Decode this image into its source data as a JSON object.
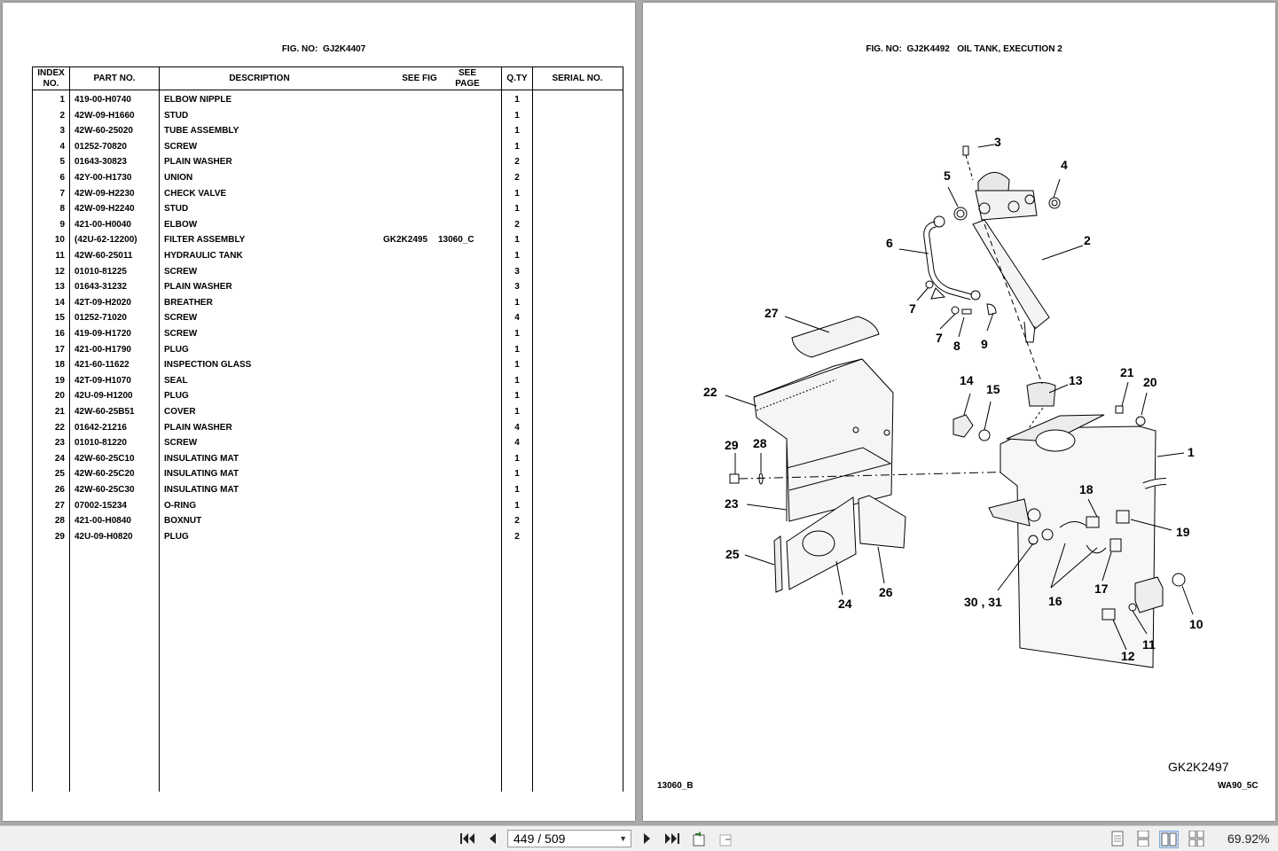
{
  "left_page": {
    "fig_label": "FIG. NO:",
    "fig_no": "GJ2K4407",
    "headers": {
      "index_no": "INDEX NO.",
      "part_no": "PART NO.",
      "description": "DESCRIPTION",
      "see_fig": "SEE FIG",
      "see_page": "SEE PAGE",
      "qty": "Q.TY",
      "serial_no": "SERIAL NO."
    },
    "rows": [
      {
        "idx": "1",
        "part": "419-00-H0740",
        "desc": "ELBOW NIPPLE",
        "fig": "",
        "page": "",
        "qty": "1"
      },
      {
        "idx": "2",
        "part": "42W-09-H1660",
        "desc": "STUD",
        "fig": "",
        "page": "",
        "qty": "1"
      },
      {
        "idx": "3",
        "part": "42W-60-25020",
        "desc": "TUBE ASSEMBLY",
        "fig": "",
        "page": "",
        "qty": "1"
      },
      {
        "idx": "4",
        "part": "01252-70820",
        "desc": "SCREW",
        "fig": "",
        "page": "",
        "qty": "1"
      },
      {
        "idx": "5",
        "part": "01643-30823",
        "desc": "PLAIN WASHER",
        "fig": "",
        "page": "",
        "qty": "2"
      },
      {
        "idx": "6",
        "part": "42Y-00-H1730",
        "desc": "UNION",
        "fig": "",
        "page": "",
        "qty": "2"
      },
      {
        "idx": "7",
        "part": "42W-09-H2230",
        "desc": "CHECK VALVE",
        "fig": "",
        "page": "",
        "qty": "1"
      },
      {
        "idx": "8",
        "part": "42W-09-H2240",
        "desc": "STUD",
        "fig": "",
        "page": "",
        "qty": "1"
      },
      {
        "idx": "9",
        "part": "421-00-H0040",
        "desc": "ELBOW",
        "fig": "",
        "page": "",
        "qty": "2"
      },
      {
        "idx": "10",
        "part": "(42U-62-12200)",
        "desc": "FILTER ASSEMBLY",
        "fig": "GK2K2495",
        "page": "13060_C",
        "qty": "1"
      },
      {
        "idx": "11",
        "part": "42W-60-25011",
        "desc": "HYDRAULIC TANK",
        "fig": "",
        "page": "",
        "qty": "1"
      },
      {
        "idx": "12",
        "part": "01010-81225",
        "desc": "SCREW",
        "fig": "",
        "page": "",
        "qty": "3"
      },
      {
        "idx": "13",
        "part": "01643-31232",
        "desc": "PLAIN WASHER",
        "fig": "",
        "page": "",
        "qty": "3"
      },
      {
        "idx": "14",
        "part": "42T-09-H2020",
        "desc": "BREATHER",
        "fig": "",
        "page": "",
        "qty": "1"
      },
      {
        "idx": "15",
        "part": "01252-71020",
        "desc": "SCREW",
        "fig": "",
        "page": "",
        "qty": "4"
      },
      {
        "idx": "16",
        "part": "419-09-H1720",
        "desc": "SCREW",
        "fig": "",
        "page": "",
        "qty": "1"
      },
      {
        "idx": "17",
        "part": "421-00-H1790",
        "desc": "PLUG",
        "fig": "",
        "page": "",
        "qty": "1"
      },
      {
        "idx": "18",
        "part": "421-60-11622",
        "desc": "INSPECTION GLASS",
        "fig": "",
        "page": "",
        "qty": "1"
      },
      {
        "idx": "19",
        "part": "42T-09-H1070",
        "desc": "SEAL",
        "fig": "",
        "page": "",
        "qty": "1"
      },
      {
        "idx": "20",
        "part": "42U-09-H1200",
        "desc": "PLUG",
        "fig": "",
        "page": "",
        "qty": "1"
      },
      {
        "idx": "21",
        "part": "42W-60-25B51",
        "desc": "COVER",
        "fig": "",
        "page": "",
        "qty": "1"
      },
      {
        "idx": "22",
        "part": "01642-21216",
        "desc": "PLAIN WASHER",
        "fig": "",
        "page": "",
        "qty": "4"
      },
      {
        "idx": "23",
        "part": "01010-81220",
        "desc": "SCREW",
        "fig": "",
        "page": "",
        "qty": "4"
      },
      {
        "idx": "24",
        "part": "42W-60-25C10",
        "desc": "INSULATING MAT",
        "fig": "",
        "page": "",
        "qty": "1"
      },
      {
        "idx": "25",
        "part": "42W-60-25C20",
        "desc": "INSULATING MAT",
        "fig": "",
        "page": "",
        "qty": "1"
      },
      {
        "idx": "26",
        "part": "42W-60-25C30",
        "desc": "INSULATING MAT",
        "fig": "",
        "page": "",
        "qty": "1"
      },
      {
        "idx": "27",
        "part": "07002-15234",
        "desc": "O-RING",
        "fig": "",
        "page": "",
        "qty": "1"
      },
      {
        "idx": "28",
        "part": "421-00-H0840",
        "desc": "BOXNUT",
        "fig": "",
        "page": "",
        "qty": "2"
      },
      {
        "idx": "29",
        "part": "42U-09-H0820",
        "desc": "PLUG",
        "fig": "",
        "page": "",
        "qty": "2"
      }
    ]
  },
  "right_page": {
    "fig_label": "FIG. NO:",
    "fig_no": "GJ2K4492",
    "fig_title": "OIL TANK, EXECUTION 2",
    "callouts": [
      "3",
      "4",
      "5",
      "2",
      "6",
      "7",
      "7",
      "8",
      "9",
      "27",
      "22",
      "14",
      "15",
      "13",
      "21",
      "20",
      "1",
      "29",
      "28",
      "18",
      "23",
      "19",
      "25",
      "24",
      "26",
      "30 , 31",
      "16",
      "17",
      "10",
      "11",
      "12"
    ],
    "drawing_id": "GK2K2497",
    "page_ref": "13060_B",
    "model_ref": "WA90_5C"
  },
  "toolbar": {
    "page_current": "449",
    "page_total": "509",
    "page_display": "449 / 509",
    "zoom": "69.92%",
    "icons": [
      "first-page-icon",
      "prev-page-icon",
      "next-page-icon",
      "last-page-icon",
      "previous-view-icon",
      "next-view-icon",
      "single-page-icon",
      "continuous-icon",
      "two-page-icon",
      "two-page-continuous-icon"
    ]
  }
}
